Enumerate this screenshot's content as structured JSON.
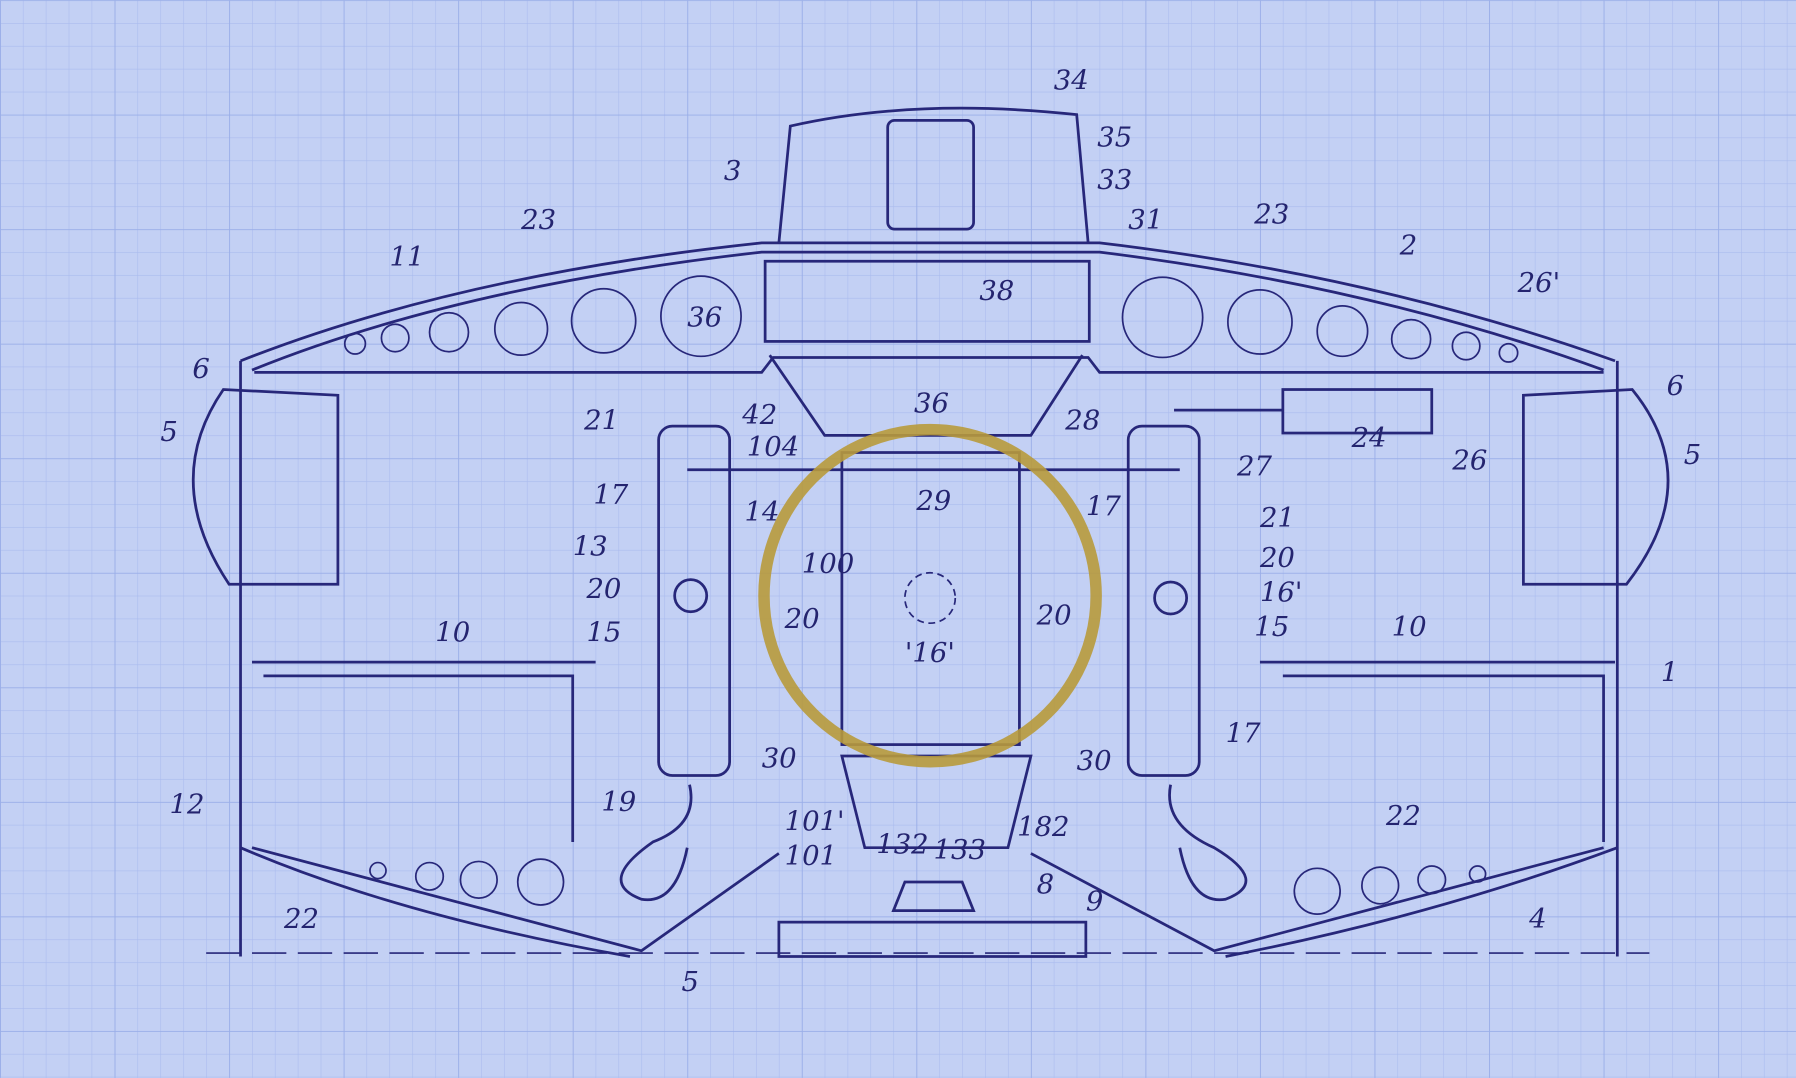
{
  "colors": {
    "paper": "#c3d0f4",
    "grid": "#a8baf0",
    "ink": "#27277a",
    "highlight": "#b89a3c"
  },
  "labels": [
    "34",
    "35",
    "3",
    "33",
    "23",
    "11",
    "31",
    "23",
    "2",
    "26'",
    "38",
    "36",
    "6",
    "5",
    "21",
    "42",
    "104",
    "36",
    "28",
    "24",
    "26",
    "27",
    "6",
    "5",
    "17",
    "29",
    "14",
    "17",
    "21",
    "13",
    "100",
    "20",
    "20",
    "'16'",
    "15",
    "20",
    "16'",
    "15",
    "20",
    "10",
    "10",
    "1",
    "17",
    "30",
    "30",
    "12",
    "19",
    "101'",
    "182",
    "22",
    "101",
    "132",
    "133",
    "8",
    "9",
    "4",
    "22",
    "5"
  ]
}
